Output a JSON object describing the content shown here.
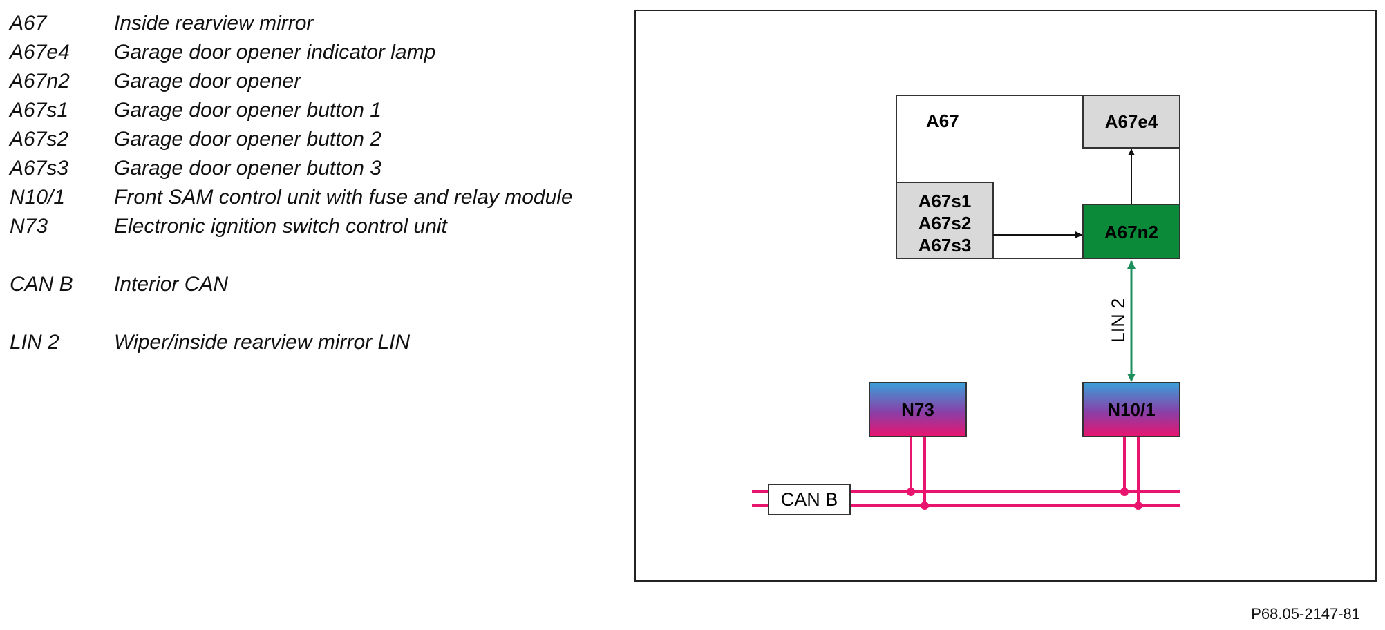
{
  "legend": [
    {
      "code": "A67",
      "desc": "Inside rearview mirror"
    },
    {
      "code": "A67e4",
      "desc": "Garage door opener indicator lamp"
    },
    {
      "code": "A67n2",
      "desc": "Garage door opener"
    },
    {
      "code": "A67s1",
      "desc": "Garage door opener button 1"
    },
    {
      "code": "A67s2",
      "desc": "Garage door opener button 2"
    },
    {
      "code": "A67s3",
      "desc": "Garage door opener button 3"
    },
    {
      "code": "N10/1",
      "desc": "Front SAM control unit with fuse and relay module"
    },
    {
      "code": "N73",
      "desc": "Electronic ignition switch control unit"
    },
    {
      "code": "CAN B",
      "desc": "Interior CAN"
    },
    {
      "code": "LIN 2",
      "desc": "Wiper/inside rearview mirror LIN"
    }
  ],
  "diagram": {
    "mirror_label": "A67",
    "indicator_lamp_label": "A67e4",
    "buttons_labels": [
      "A67s1",
      "A67s2",
      "A67s3"
    ],
    "opener_label": "A67n2",
    "lin_label": "LIN 2",
    "ignition_label": "N73",
    "sam_label": "N10/1",
    "can_label": "CAN B",
    "colors": {
      "opener_green": "#0b8a3a",
      "lin_green": "#1c8f5c",
      "can_pink": "#e8146e",
      "gradient_top": "#3aa0d8",
      "gradient_mid": "#8a3fa8",
      "gradient_bottom": "#e8146e",
      "gray_box": "#d9d9d9"
    }
  },
  "figure_ref": "P68.05-2147-81"
}
